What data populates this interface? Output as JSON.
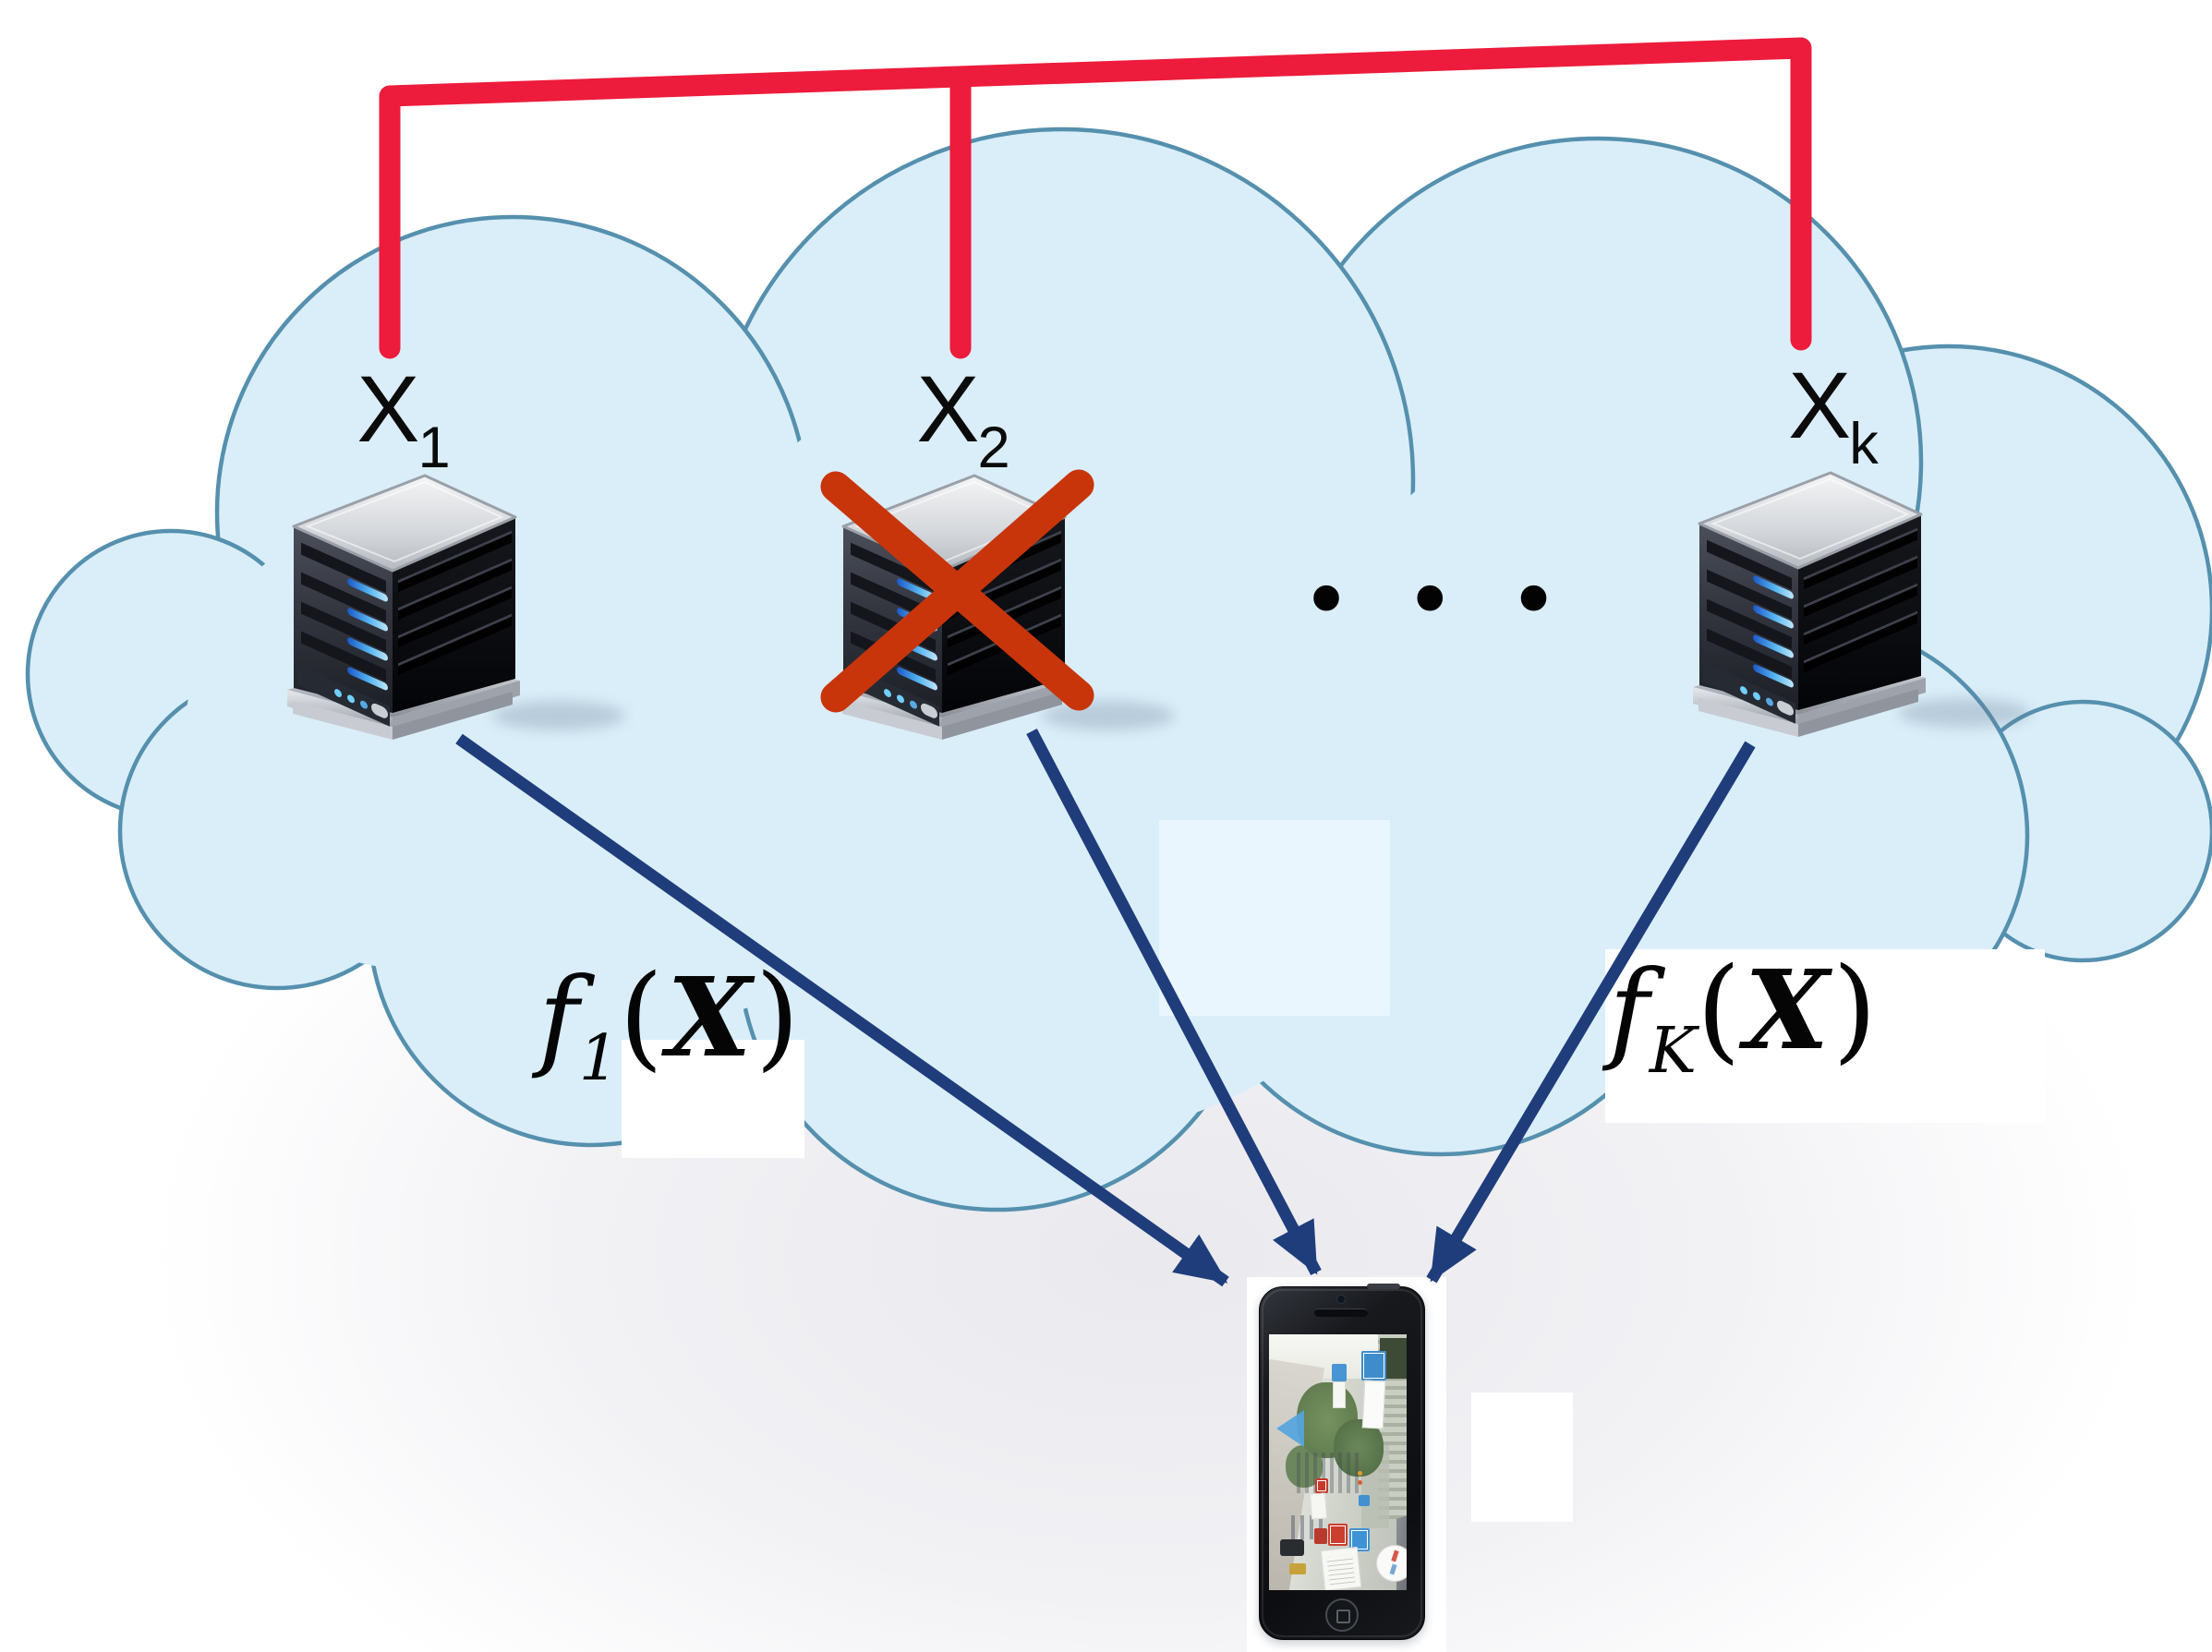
{
  "figure": {
    "description": "Cloud computing redundancy diagram: K cloud servers hold data X1..Xk, server X2 has failed, surviving servers send function results f1(X)..fK(X) to a mobile user",
    "ellipsis": "• • •"
  },
  "servers": [
    {
      "id": "server-1",
      "label_base": "X",
      "label_sub": "1",
      "failed": false
    },
    {
      "id": "server-2",
      "label_base": "X",
      "label_sub": "2",
      "failed": true
    },
    {
      "id": "server-k",
      "label_base": "X",
      "label_sub": "k",
      "failed": false
    }
  ],
  "f_labels": [
    {
      "f": "f",
      "sub": "1",
      "open": "(",
      "arg": "X",
      "close": ")"
    },
    {
      "f": "f",
      "sub": "K",
      "open": "(",
      "arg": "X",
      "close": ")"
    }
  ],
  "colors": {
    "bracket_red": "#ed1b3c",
    "cross_red": "#c8350b",
    "arrow_navy": "#1f3d7b",
    "cloud_fill": "#daeef9",
    "cloud_stroke": "#5590ae",
    "dots_ink": "#030303"
  }
}
